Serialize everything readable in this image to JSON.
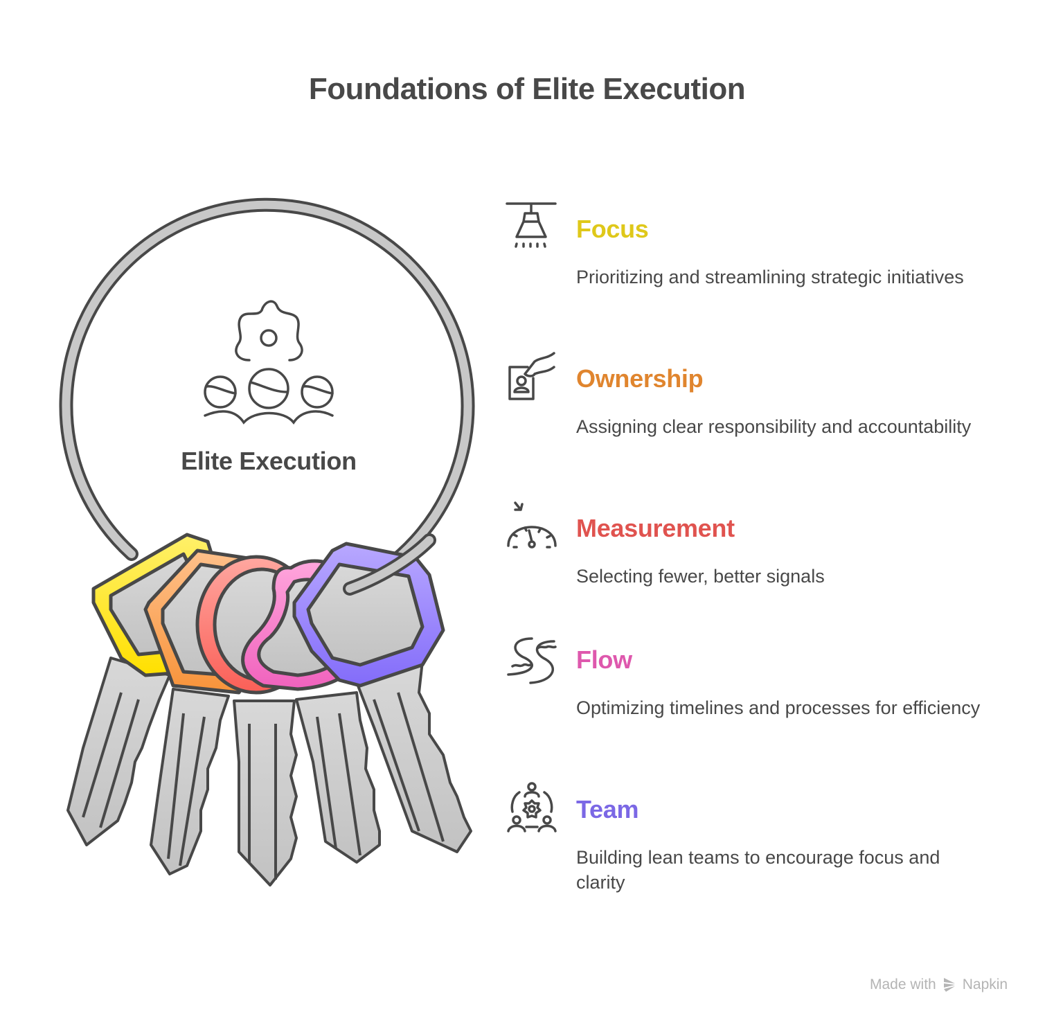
{
  "title": "Foundations of Elite Execution",
  "center": {
    "label": "Elite Execution",
    "icon": "team-gear-icon"
  },
  "items": [
    {
      "heading": "Focus",
      "description": "Prioritizing and streamlining strategic initiatives",
      "icon": "spotlight-lamp-icon",
      "color": "#dfc81a",
      "key_color": "#ffe433"
    },
    {
      "heading": "Ownership",
      "description": "Assigning clear responsibility and accountability",
      "icon": "id-badge-hand-icon",
      "color": "#e0852e",
      "key_color": "#f99f45"
    },
    {
      "heading": "Measurement",
      "description": "Selecting fewer, better signals",
      "icon": "gauge-icon",
      "color": "#e0534f",
      "key_color": "#fb6a62"
    },
    {
      "heading": "Flow",
      "description": "Optimizing timelines and processes for efficiency",
      "icon": "river-flow-icon",
      "color": "#de58ad",
      "key_color": "#f56fc5"
    },
    {
      "heading": "Team",
      "description": "Building lean teams to encourage focus and clarity",
      "icon": "team-circle-icon",
      "color": "#7b68e5",
      "key_color": "#8c74fc"
    }
  ],
  "credit": {
    "text_prefix": "Made with",
    "brand": "Napkin"
  }
}
